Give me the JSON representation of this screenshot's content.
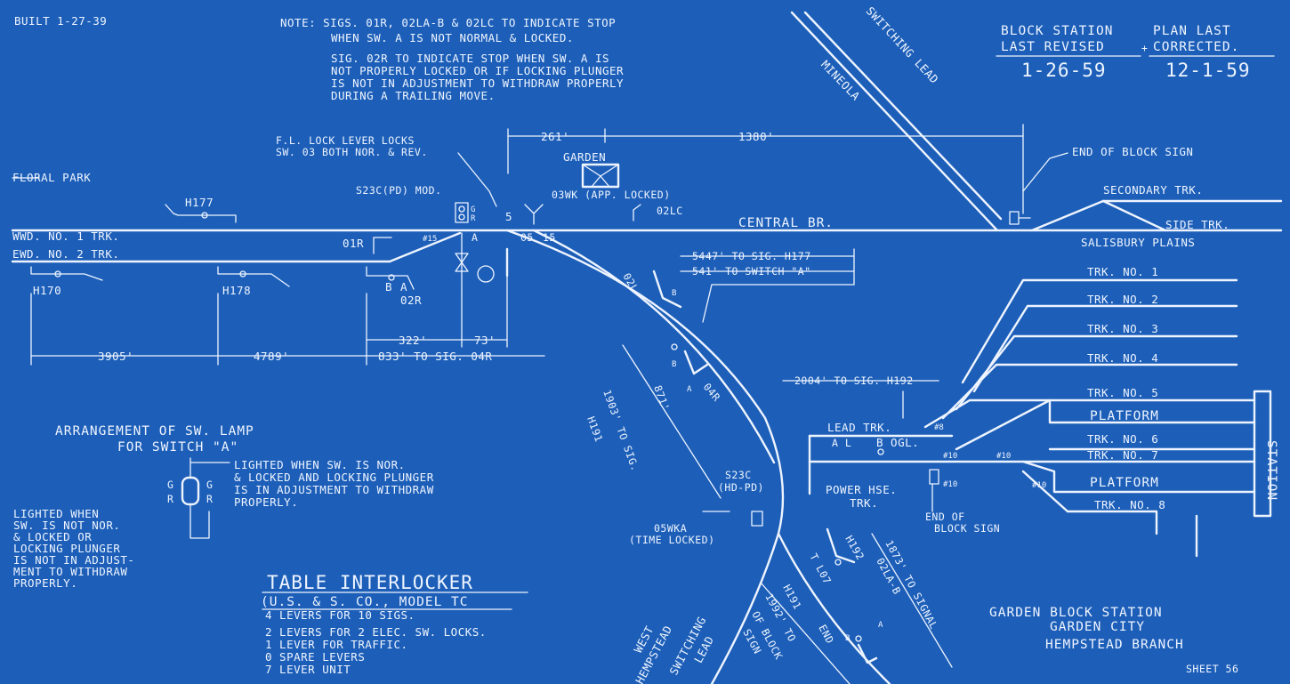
{
  "header": {
    "built": "BUILT 1-27-39",
    "note_1": [
      "NOTE: SIGS. 01R, 02LA-B & 02LC TO INDICATE STOP",
      "WHEN SW. A IS NOT NORMAL & LOCKED."
    ],
    "note_2": [
      "SIG. 02R TO INDICATE STOP WHEN SW. A IS",
      "NOT PROPERLY LOCKED OR IF LOCKING PLUNGER",
      "IS NOT IN ADJUSTMENT TO WITHDRAW PROPERLY",
      "DURING A TRAILING MOVE."
    ],
    "block_station_label": [
      "BLOCK STATION",
      "LAST REVISED"
    ],
    "block_station_date": "1-26-59",
    "plan_last_label": [
      "PLAN LAST",
      "CORRECTED."
    ],
    "plan_last_date": "12-1-59"
  },
  "destinations": {
    "floral_park": "FLORAL PARK",
    "mineola": "MINEOLA",
    "switching_lead_north": "SWITCHING LEAD",
    "secondary": "SECONDARY TRK.",
    "side": "SIDE TRK.",
    "salisbury": "SALISBURY PLAINS",
    "west_hempstead": [
      "WEST",
      "HEMPSTEAD"
    ],
    "switching_lead_south": [
      "SWITCHING",
      "LEAD"
    ]
  },
  "tracks": {
    "wwd": "WWD. NO. 1 TRK.",
    "ewd": "EWD. NO. 2 TRK.",
    "central": "CENTRAL BR.",
    "yard": [
      "TRK. NO. 1",
      "TRK. NO. 2",
      "TRK. NO. 3",
      "TRK. NO. 4",
      "TRK. NO. 5",
      "TRK. NO. 6",
      "TRK. NO. 7",
      "TRK. NO. 8"
    ],
    "platform": "PLATFORM",
    "station": "STATION",
    "lead": "LEAD TRK.",
    "power": [
      "POWER HSE.",
      "TRK."
    ]
  },
  "signals": {
    "h177": "H177",
    "h170": "H170",
    "h178": "H178",
    "s01r": "01R",
    "s02r": "02R",
    "sA": "A",
    "sB": "B",
    "s02l": "02L",
    "s04r": "04R",
    "s02lc": "02LC",
    "s03wk": "03WK (APP. LOCKED)",
    "s05wka": [
      "05WKA",
      "(TIME LOCKED)"
    ],
    "s523c_mod": "S23C(PD) MOD.",
    "s523c_hd": [
      "S23C",
      "(HD-PD)"
    ],
    "h192": "H192",
    "s02la": "A",
    "s02lb": "B",
    "n15a": "#15",
    "n15b": "15",
    "n05": "05",
    "n5": "5",
    "sw_a": "A",
    "sw_b": "B",
    "n8": "#8",
    "n10": "#10",
    "bogl": "B OGL.",
    "al": "A L",
    "t_l07": "T L07"
  },
  "notes": {
    "fl_lock": [
      "F.L. LOCK LEVER LOCKS",
      "SW. 03 BOTH NOR. & REV."
    ],
    "garden": "GARDEN",
    "end_block_sign": "END OF BLOCK SIGN",
    "end_block_sign_2": [
      "END OF",
      "BLOCK SIGN"
    ],
    "to_h177": "5447' TO SIG. H177",
    "to_switch_a": "541' TO SWITCH \"A\"",
    "to_h192": "2004' TO SIG. H192",
    "to_h191": [
      "1903' TO SIG.",
      "H191"
    ],
    "to_02la": [
      "1873' TO SIGNAL",
      "02LA-B"
    ],
    "to_end_block": [
      "1992' TO",
      "END",
      "OF BLOCK",
      "SIGN"
    ],
    "h191_lower": "H191",
    "lamp_title": [
      "ARRANGEMENT OF SW. LAMP",
      "FOR SWITCH \"A\""
    ],
    "lamp_lit_nor": [
      "LIGHTED WHEN SW. IS NOR.",
      "& LOCKED AND LOCKING PLUNGER",
      "IS IN ADJUSTMENT TO WITHDRAW",
      "PROPERLY."
    ],
    "lamp_lit_not": [
      "LIGHTED WHEN",
      "SW. IS NOT NOR.",
      "& LOCKED OR",
      "LOCKING PLUNGER",
      "IS NOT IN ADJUST-",
      "MENT TO WITHDRAW",
      "PROPERLY."
    ],
    "lamp_G": "G",
    "lamp_R": "R"
  },
  "dimensions": {
    "d261": "261'",
    "d1380": "1380'",
    "d3905": "3905'",
    "d4789": "4789'",
    "d322": "322'",
    "d73": "73'",
    "d833": "833' TO SIG. 04R",
    "d871": "871'"
  },
  "interlocker": {
    "title": "TABLE INTERLOCKER",
    "subtitle": "(U.S. & S. CO., MODEL TC",
    "lines": [
      "4 LEVERS FOR 10 SIGS.",
      "2 LEVERS FOR 2 ELEC. SW. LOCKS.",
      "1 LEVER FOR TRAFFIC.",
      "0 SPARE LEVERS",
      "7 LEVER UNIT"
    ]
  },
  "title_block": {
    "station": "GARDEN BLOCK STATION",
    "city": "GARDEN CITY",
    "branch": "HEMPSTEAD BRANCH",
    "sheet": "SHEET 56"
  }
}
